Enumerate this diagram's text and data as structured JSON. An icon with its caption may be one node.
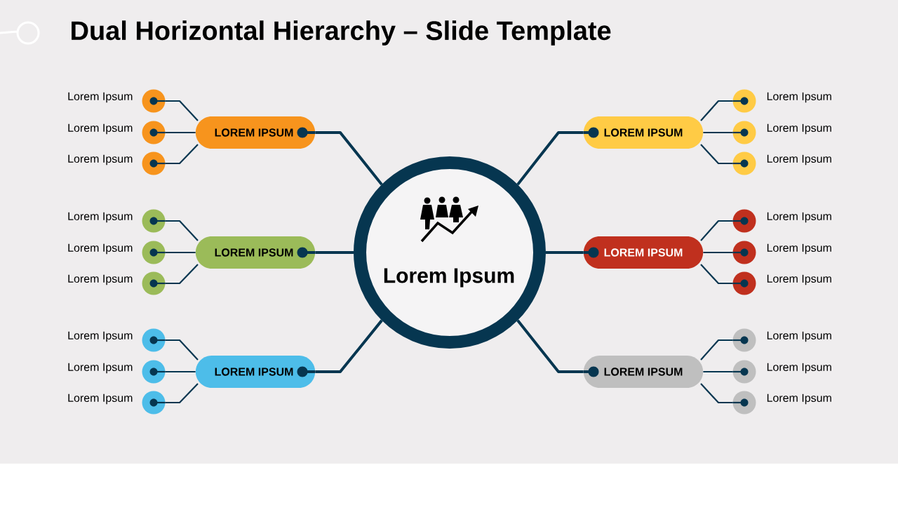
{
  "diagram": {
    "title": "Dual Horizontal Hierarchy – Slide Template",
    "nodes": [
      {
        "text": [
          "Lorem Ipsum"
        ]
      },
      {
        "text": [
          "LOREM IPSUM"
        ]
      },
      {
        "text": [
          "LOREM IPSUM"
        ]
      },
      {
        "text": [
          "LOREM IPSUM"
        ]
      },
      {
        "text": [
          "LOREM IPSUM"
        ]
      },
      {
        "text": [
          "LOREM IPSUM"
        ]
      },
      {
        "text": [
          "LOREM IPSUM"
        ]
      },
      {
        "text": [],
        "shape": "circle",
        "beside": [
          "Lorem Ipsum"
        ]
      },
      {
        "text": [],
        "shape": "circle",
        "beside": [
          "Lorem Ipsum"
        ]
      },
      {
        "text": [],
        "shape": "circle",
        "beside": [
          "Lorem Ipsum"
        ]
      },
      {
        "text": [],
        "shape": "circle",
        "beside": [
          "Lorem Ipsum"
        ]
      },
      {
        "text": [],
        "shape": "circle",
        "beside": [
          "Lorem Ipsum"
        ]
      },
      {
        "text": [],
        "shape": "circle",
        "beside": [
          "Lorem Ipsum"
        ]
      },
      {
        "text": [],
        "shape": "circle",
        "beside": [
          "Lorem Ipsum"
        ]
      },
      {
        "text": [],
        "shape": "circle",
        "beside": [
          "Lorem Ipsum"
        ]
      },
      {
        "text": [],
        "shape": "circle",
        "beside": [
          "Lorem Ipsum"
        ]
      },
      {
        "text": [],
        "shape": "circle",
        "beside": [
          "Lorem Ipsum"
        ]
      },
      {
        "text": [],
        "shape": "circle",
        "beside": [
          "Lorem Ipsum"
        ]
      },
      {
        "text": [],
        "shape": "circle",
        "beside": [
          "Lorem Ipsum"
        ]
      },
      {
        "text": [],
        "shape": "circle",
        "beside": [
          "Lorem Ipsum"
        ]
      },
      {
        "text": [],
        "shape": "circle",
        "beside": [
          "Lorem Ipsum"
        ]
      },
      {
        "text": [],
        "shape": "circle",
        "beside": [
          "Lorem Ipsum"
        ]
      },
      {
        "text": [],
        "shape": "circle",
        "beside": [
          "Lorem Ipsum"
        ]
      },
      {
        "text": [],
        "shape": "circle",
        "beside": [
          "Lorem Ipsum"
        ]
      },
      {
        "text": [],
        "shape": "circle",
        "beside": [
          "Lorem Ipsum"
        ]
      }
    ],
    "edges": [
      {
        "from": 0,
        "to": 1,
        "arrow": "none"
      },
      {
        "from": 0,
        "to": 2,
        "arrow": "none"
      },
      {
        "from": 0,
        "to": 3,
        "arrow": "none"
      },
      {
        "from": 0,
        "to": 4,
        "arrow": "none"
      },
      {
        "from": 0,
        "to": 5,
        "arrow": "none"
      },
      {
        "from": 0,
        "to": 6,
        "arrow": "none"
      },
      {
        "from": 1,
        "to": 7,
        "arrow": "none"
      },
      {
        "from": 1,
        "to": 8,
        "arrow": "none"
      },
      {
        "from": 1,
        "to": 9,
        "arrow": "none"
      },
      {
        "from": 2,
        "to": 10,
        "arrow": "none"
      },
      {
        "from": 2,
        "to": 11,
        "arrow": "none"
      },
      {
        "from": 2,
        "to": 12,
        "arrow": "none"
      },
      {
        "from": 3,
        "to": 13,
        "arrow": "none"
      },
      {
        "from": 3,
        "to": 14,
        "arrow": "none"
      },
      {
        "from": 3,
        "to": 15,
        "arrow": "none"
      },
      {
        "from": 4,
        "to": 16,
        "arrow": "none"
      },
      {
        "from": 4,
        "to": 17,
        "arrow": "none"
      },
      {
        "from": 4,
        "to": 18,
        "arrow": "none"
      },
      {
        "from": 5,
        "to": 19,
        "arrow": "none"
      },
      {
        "from": 5,
        "to": 20,
        "arrow": "none"
      },
      {
        "from": 5,
        "to": 21,
        "arrow": "none"
      },
      {
        "from": 6,
        "to": 22,
        "arrow": "none"
      },
      {
        "from": 6,
        "to": 23,
        "arrow": "none"
      },
      {
        "from": 6,
        "to": 24,
        "arrow": "none"
      }
    ]
  }
}
